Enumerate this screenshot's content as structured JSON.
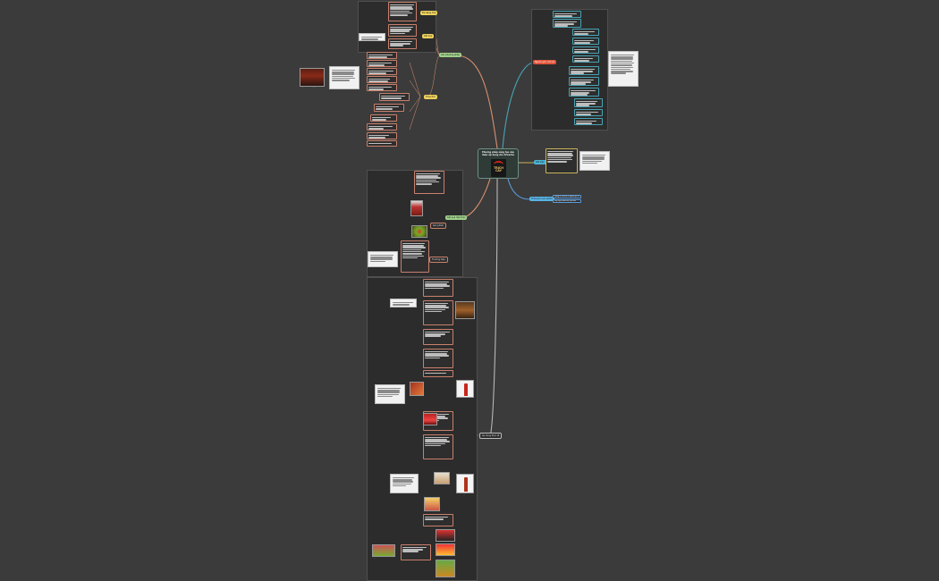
{
  "center": {
    "title": "Phương pháp sáng tạo nào được áp dụng cho Sriracha",
    "logo_text": "TRICH CAY"
  },
  "colors": {
    "background": "#3b3b3b",
    "panel": "#2c2c2c",
    "link_orange": "#d8906f",
    "link_teal": "#47a3b5",
    "link_yellow": "#c9b35a",
    "link_blue": "#5a9ad8",
    "link_grey": "#b8b8b8",
    "topic_green": "#9fd08a",
    "topic_red": "#e0553b",
    "topic_cyan": "#4ab6d8",
    "topic_yellow": "#efd25a",
    "topic_blue": "#59b4e6"
  },
  "topics": {
    "top_left": "Các phương pháp",
    "top_right": "Nguồn gốc, lịch sử",
    "mid_right": "Kết luận",
    "lower_right": "Thông tin sản phẩm",
    "mid_left": "Kết quả đạt được",
    "bottom": "Áp dụng thực tế"
  },
  "sub_topics": {
    "tl_a": "Đa dạng hóa",
    "tl_b": "Kết hợp",
    "tl_c": "Thay thế",
    "ml_a": "Sản phẩm",
    "ml_b": "Thương hiệu"
  },
  "captions": {
    "product_label": "Tương ớt Sriracha nguyên bản",
    "right_info_1": "Tương ớt Sriracha có nguồn gốc từ Thái Lan",
    "right_info_2": "Huy Fong Foods (Mỹ) phổ biến toàn cầu",
    "bottle_caption_1": "Chai Sriracha",
    "bottle_caption_2": "Sriracha mayo",
    "bottom_caption": "Quảng cáo tại siêu thị"
  }
}
